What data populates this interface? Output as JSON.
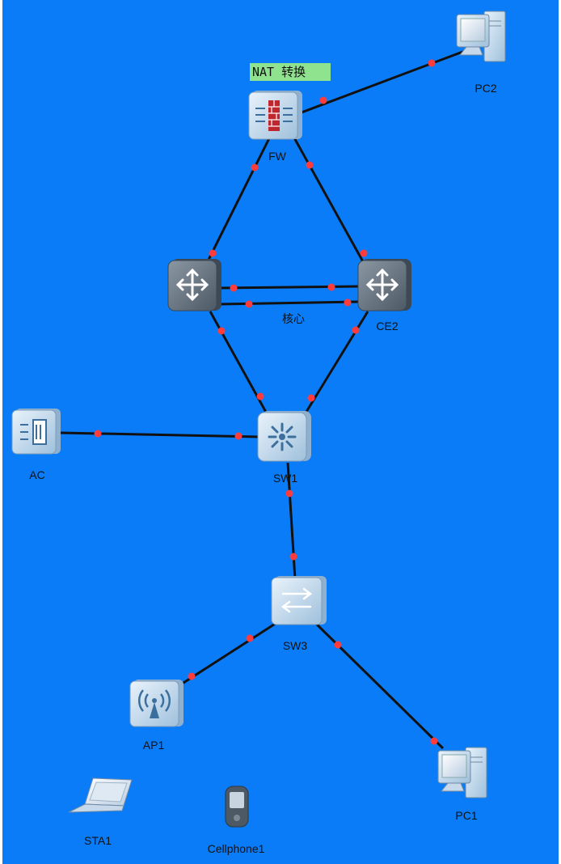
{
  "annotation": {
    "text": "NAT 转换",
    "color": "#8fe38f"
  },
  "colors": {
    "background": "#0a7cf7",
    "link": "#111111",
    "port": "#ff3b3b"
  },
  "devices": [
    {
      "id": "pc2",
      "label": "PC2",
      "icon": "pc-icon"
    },
    {
      "id": "fw",
      "label": "FW",
      "icon": "firewall-icon"
    },
    {
      "id": "ce1",
      "label": "核心",
      "icon": "switch-l3-icon"
    },
    {
      "id": "ce2",
      "label": "CE2",
      "icon": "switch-l3-icon"
    },
    {
      "id": "ac",
      "label": "AC",
      "icon": "access-controller-icon"
    },
    {
      "id": "sw1",
      "label": "SW1",
      "icon": "core-switch-icon"
    },
    {
      "id": "sw3",
      "label": "SW3",
      "icon": "switch-icon"
    },
    {
      "id": "ap1",
      "label": "AP1",
      "icon": "access-point-icon"
    },
    {
      "id": "pc1",
      "label": "PC1",
      "icon": "pc-icon"
    },
    {
      "id": "sta1",
      "label": "STA1",
      "icon": "laptop-icon"
    },
    {
      "id": "cellphone1",
      "label": "Cellphone1",
      "icon": "cellphone-icon"
    }
  ],
  "links": [
    {
      "from": "fw",
      "to": "pc2"
    },
    {
      "from": "fw",
      "to": "ce1"
    },
    {
      "from": "fw",
      "to": "ce2"
    },
    {
      "from": "ce1",
      "to": "ce2"
    },
    {
      "from": "ce1",
      "to": "ce2"
    },
    {
      "from": "ce1",
      "to": "sw1"
    },
    {
      "from": "ce2",
      "to": "sw1"
    },
    {
      "from": "ac",
      "to": "sw1"
    },
    {
      "from": "sw1",
      "to": "sw3"
    },
    {
      "from": "sw3",
      "to": "ap1"
    },
    {
      "from": "sw3",
      "to": "pc1"
    }
  ]
}
